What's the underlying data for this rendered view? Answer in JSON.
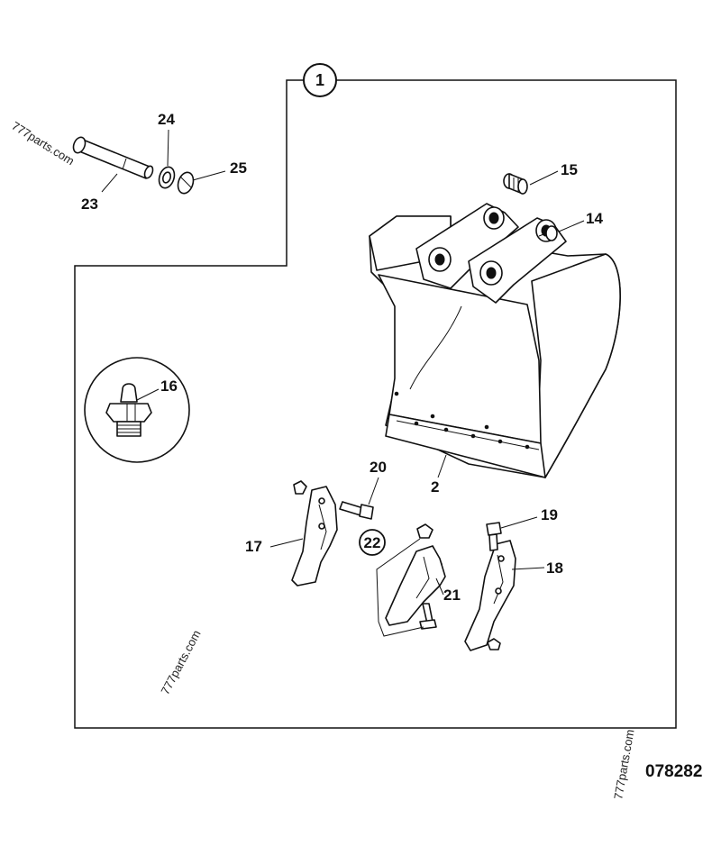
{
  "diagram": {
    "assembly_number": "1",
    "drawing_code": "078282",
    "watermark": "777parts.com",
    "callouts": [
      {
        "id": "c2",
        "label": "2"
      },
      {
        "id": "c14",
        "label": "14"
      },
      {
        "id": "c15",
        "label": "15"
      },
      {
        "id": "c16",
        "label": "16"
      },
      {
        "id": "c17",
        "label": "17"
      },
      {
        "id": "c18",
        "label": "18"
      },
      {
        "id": "c19",
        "label": "19"
      },
      {
        "id": "c20",
        "label": "20"
      },
      {
        "id": "c21",
        "label": "21"
      },
      {
        "id": "c22",
        "label": "22"
      },
      {
        "id": "c23",
        "label": "23"
      },
      {
        "id": "c24",
        "label": "24"
      },
      {
        "id": "c25",
        "label": "25"
      }
    ]
  }
}
